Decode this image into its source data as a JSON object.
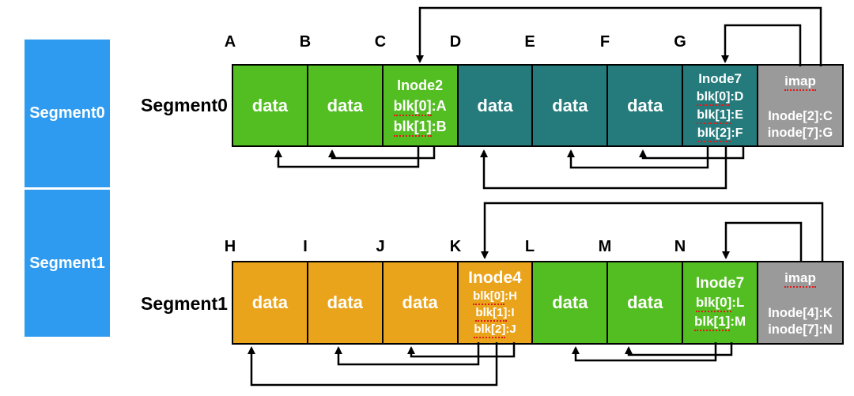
{
  "palette": {
    "blue": "#2E9BF0",
    "green": "#53BE21",
    "teal": "#257B7C",
    "orange": "#EAA41C",
    "gray": "#9A9A9A",
    "arrow_black": "#000000",
    "squiggle_red": "#E01919",
    "block_text": "#FFFFFF",
    "label_text": "#000000"
  },
  "disk_bar": {
    "segment0": "Segment0",
    "segment1": "Segment1"
  },
  "segment0": {
    "row_label": "Segment0",
    "letters": [
      "A",
      "B",
      "C",
      "D",
      "E",
      "F",
      "G"
    ],
    "data_label": "data",
    "inode2": {
      "title": "Inode2",
      "entries": [
        {
          "blk": "blk[0]",
          "ref": ":A"
        },
        {
          "blk": "blk[1]",
          "ref": ":B"
        }
      ]
    },
    "inode7": {
      "title": "Inode7",
      "entries": [
        {
          "blk": "blk[0]",
          "ref": ":D"
        },
        {
          "blk": "blk[1]",
          "ref": ":E"
        },
        {
          "blk": "blk[2]",
          "ref": ":F"
        }
      ]
    },
    "imap": {
      "title": "imap",
      "entries": [
        "Inode[2]:C",
        "inode[7]:G"
      ]
    }
  },
  "segment1": {
    "row_label": "Segment1",
    "letters": [
      "H",
      "I",
      "J",
      "K",
      "L",
      "M",
      "N"
    ],
    "data_label": "data",
    "inode4": {
      "title": "Inode4",
      "entries": [
        {
          "blk": "blk[0]",
          "ref": ":H"
        },
        {
          "blk": "blk[1]",
          "ref": ":I"
        },
        {
          "blk": "blk[2]",
          "ref": ":J"
        }
      ]
    },
    "inode7": {
      "title": "Inode7",
      "entries": [
        {
          "blk": "blk[0]",
          "ref": ":L"
        },
        {
          "blk": "blk[1]",
          "ref": ":M"
        }
      ]
    },
    "imap": {
      "title": "imap",
      "entries": [
        "Inode[4]:K",
        "inode[7]:N"
      ]
    }
  }
}
